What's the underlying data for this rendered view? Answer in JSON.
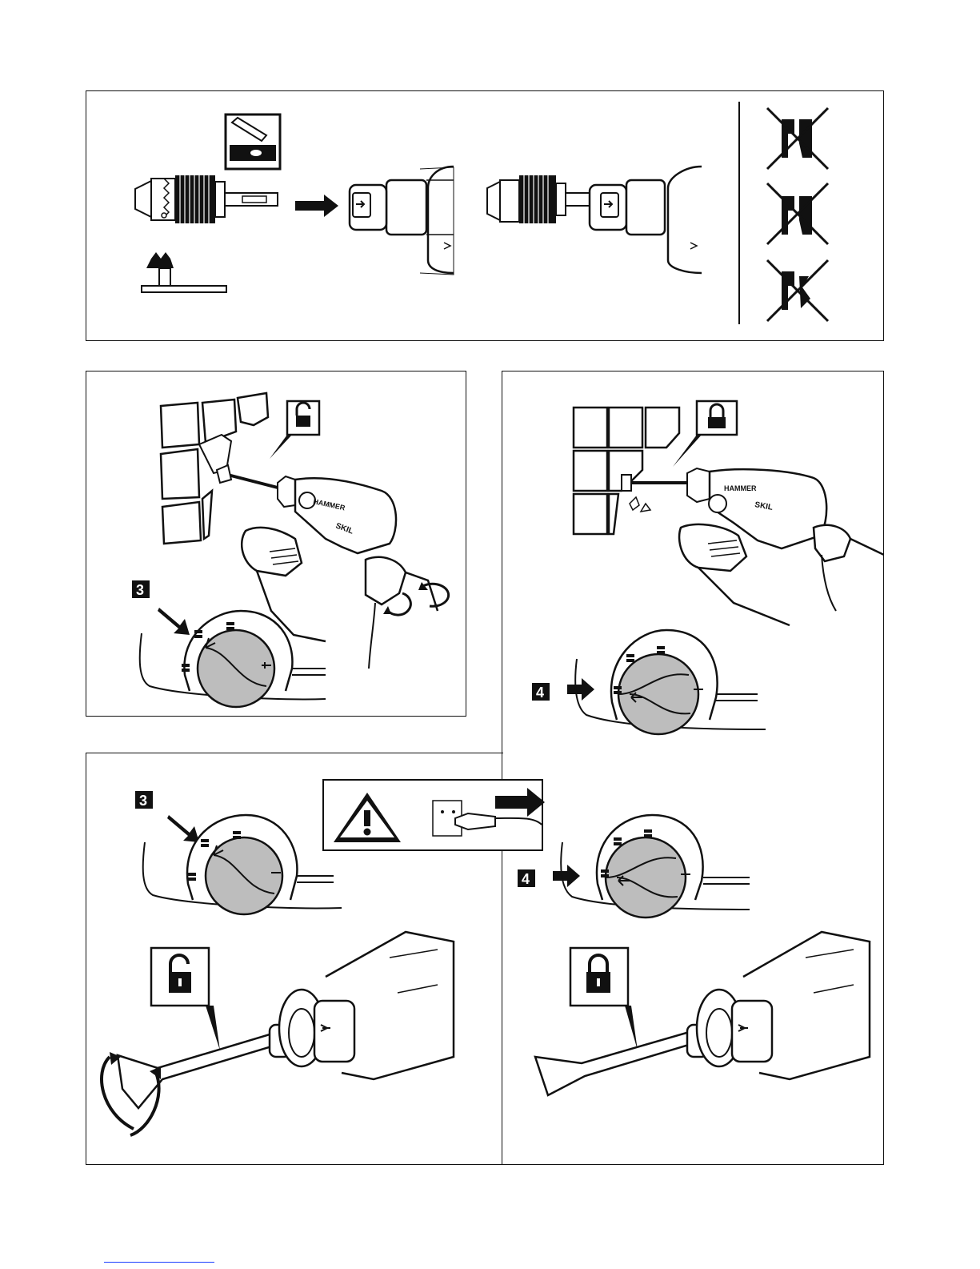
{
  "page": {
    "title": "",
    "steps": {
      "step_3_top": "3",
      "step_4_right": "4",
      "step_3_bottom": "3",
      "step_4_bottom": "4"
    },
    "brand": {
      "tool_label_1": "HAMMER",
      "tool_label_2": "SKIL",
      "tool_label_3": "HAMMER",
      "tool_label_4": "SKIL"
    },
    "colors": {
      "ink": "#111111",
      "dial_fill": "#bdbdbd",
      "link_underline": "#1a3cff"
    },
    "icons": [
      "grease-tube-icon",
      "chuck-icon",
      "chuck-key-icon",
      "insert-arrow-icon",
      "prohibited-icon",
      "unlock-icon",
      "lock-icon",
      "warning-triangle-icon",
      "unplug-icon",
      "rotate-arrows-icon"
    ]
  }
}
